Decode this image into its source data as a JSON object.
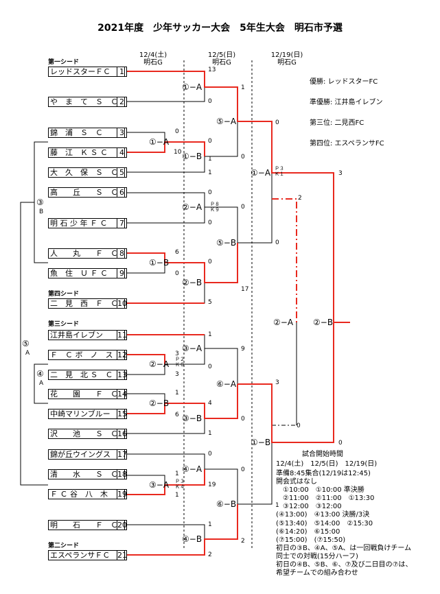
{
  "title": "2021年度　少年サッカー大会　5年生大会　明石市予選",
  "headers": [
    {
      "date": "12/4(土)",
      "venue": "明石G"
    },
    {
      "date": "12/5(日)",
      "venue": "明石G"
    },
    {
      "date": "12/19(日)",
      "venue": "明石G"
    }
  ],
  "teams": [
    {
      "no": "1",
      "name": "レッドスターＦＣ"
    },
    {
      "no": "2",
      "name": "や　ま　て　Ｓ　Ｃ"
    },
    {
      "no": "3",
      "name": "錦　浦　Ｓ　Ｃ"
    },
    {
      "no": "4",
      "name": "藤　江　Ｋ Ｓ Ｃ"
    },
    {
      "no": "5",
      "name": "大　久　保　Ｓ　Ｃ"
    },
    {
      "no": "6",
      "name": "高　　丘　　Ｓ　Ｃ"
    },
    {
      "no": "7",
      "name": "明 石 少 年 Ｆ Ｃ"
    },
    {
      "no": "8",
      "name": "人　　丸　　Ｆ　Ｃ"
    },
    {
      "no": "9",
      "name": "魚　住　Ｕ Ｆ Ｃ"
    },
    {
      "no": "10",
      "name": "二　見　西　Ｆ　Ｃ"
    },
    {
      "no": "11",
      "name": "江井島イレブン"
    },
    {
      "no": "12",
      "name": "Ｆ　Ｃ ボ　ノ　ス"
    },
    {
      "no": "13",
      "name": "二　見　北 Ｓ　Ｃ"
    },
    {
      "no": "14",
      "name": "花　　園　　Ｆ　Ｃ"
    },
    {
      "no": "15",
      "name": "中崎マリンブルー"
    },
    {
      "no": "16",
      "name": "沢　　池　　Ｓ　Ｃ"
    },
    {
      "no": "17",
      "name": "錦が丘ウイングス"
    },
    {
      "no": "18",
      "name": "清　　水　　Ｓ　Ｃ"
    },
    {
      "no": "19",
      "name": "Ｆ Ｃ 谷　八　木"
    },
    {
      "no": "20",
      "name": "明　　石　　Ｆ　Ｃ"
    },
    {
      "no": "21",
      "name": "エスペランサＦＣ"
    }
  ],
  "seeds": [
    "第一シード",
    "第四シード",
    "第三シード",
    "第二シード"
  ],
  "matches": {
    "m1A": "①−A",
    "m1B": "①−B",
    "m2A": "②−A",
    "m2B": "②−B",
    "m3A": "③−A",
    "m3B": "③−B",
    "m4A": "④−A",
    "m4B": "④−B",
    "m5A": "⑤−A",
    "m5B": "⑤−B",
    "m6A": "⑥−A",
    "m6B": "⑥−B",
    "s1A": "①−A",
    "s1B": "①−B",
    "s2A": "②−A",
    "s2B": "②−B",
    "m3": "③",
    "m3s": "B",
    "m4": "④",
    "m4s": "A",
    "m5": "⑤",
    "m5s": "A"
  },
  "scores": {
    "t1": "13",
    "t2": "0",
    "t3": "0",
    "t4": "10",
    "t5": "1",
    "t6": "0",
    "t7": "0",
    "t8": "6",
    "t9": "0",
    "t10": "5",
    "t11": "1",
    "t12": "3",
    "t13": "3",
    "t14": "1",
    "t15": "6",
    "t16": "1",
    "t17": "0",
    "t18": "1",
    "t19": "1",
    "t20": "1",
    "t21": "2",
    "r1a": "1",
    "r1b": "0",
    "r1c": "0",
    "r1d": "1",
    "r2a": "0",
    "r2b": "0",
    "r2c": "0",
    "r2d": "17",
    "r3a": "9",
    "r3b": "0",
    "r3c": "4",
    "r3d": "0",
    "r4a": "0",
    "r4b": "19",
    "r5a": "0",
    "r5b": "0",
    "r5c": "3",
    "r5d": "2",
    "q1": "0",
    "q2": "0",
    "q3": "3",
    "q4": "1",
    "f1": "3",
    "f2": "2",
    "f3": "0",
    "f4": "0"
  },
  "pk": {
    "p1": "Ｐ８",
    "p2": "Ｋ９",
    "p3": "Ｐ２",
    "p4": "Ｋ０",
    "p5": "Ｐ３",
    "p6": "Ｋ４",
    "p7": "Ｐ３",
    "p8": "Ｋ１"
  },
  "results": [
    "優勝:  レッドスターFC",
    "準優勝: 江井島イレブン",
    "第三位: 二見西FC",
    "第四位: エスペランサFC"
  ],
  "schedule": {
    "title": "試合開始時間",
    "dates": "12/4(土)　12/5(日)　12/19(日)",
    "lines": [
      "準備8:45集合(12/19は12:45)",
      "開会式はなし",
      "　①10:00　①10:00 準決勝",
      "　②11:00　②11:00　①13:30",
      "　③12:00　③12:00",
      "(④13:00)　④13:00 決勝/3決",
      "(⑤13:40)　⑤14:00　②15:30",
      "(⑥14:20)　⑥15:00",
      "(⑦15:00)　(⑦15:50)",
      "初日の③B、④A、⑤A、は一回戦負けチーム",
      "同士での対戦(15分ハーフ)",
      "初日の④B、⑤B、⑥、⑦及び二日目の⑦は、",
      "希望チームでの組み合わせ"
    ]
  },
  "colors": {
    "win": "#e8281e",
    "line": "#000000"
  }
}
